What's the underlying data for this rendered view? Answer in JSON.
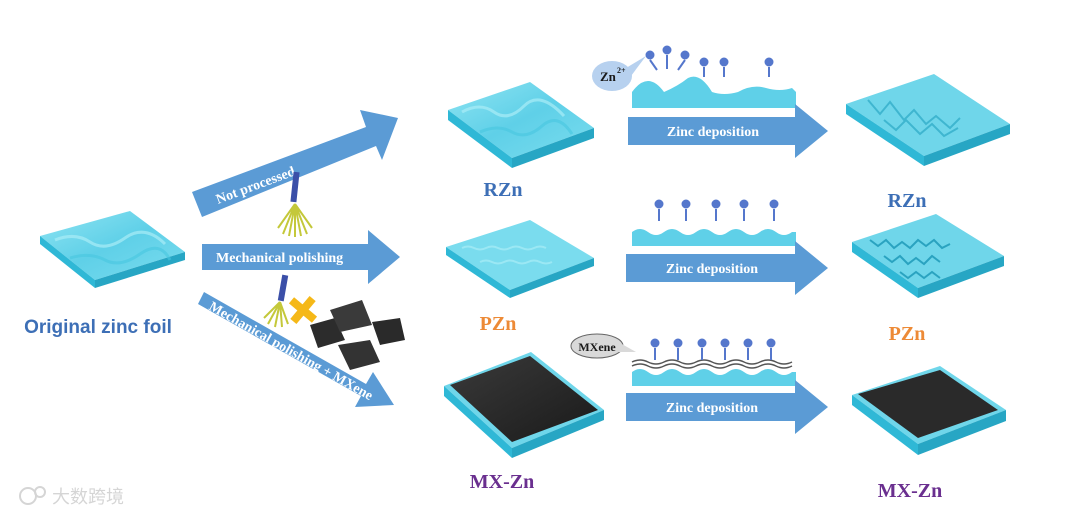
{
  "source_label": "Original zinc foil",
  "paths": [
    {
      "process": "Not processed",
      "product": "RZn",
      "deposit_label": "Zinc deposition",
      "result": "RZn"
    },
    {
      "process": "Mechanical polishing",
      "product": "PZn",
      "deposit_label": "Zinc deposition",
      "result": "PZn"
    },
    {
      "process": "Mechanical polishing + MXene",
      "product": "MX-Zn",
      "deposit_label": "Zinc deposition",
      "result": "MX-Zn"
    }
  ],
  "callouts": {
    "zn_ion": "Zn",
    "zn_charge": "2+",
    "mxene": "MXene"
  },
  "watermark": "大数跨境",
  "colors": {
    "arrow": "#5b9bd5",
    "zinc_top": "#6fd6ea",
    "zinc_side": "#2fb8d6",
    "ion": "#5577cc",
    "label_blue": "#3d6fb6",
    "label_orange": "#ed8a36",
    "label_purple": "#6a2f8f"
  }
}
